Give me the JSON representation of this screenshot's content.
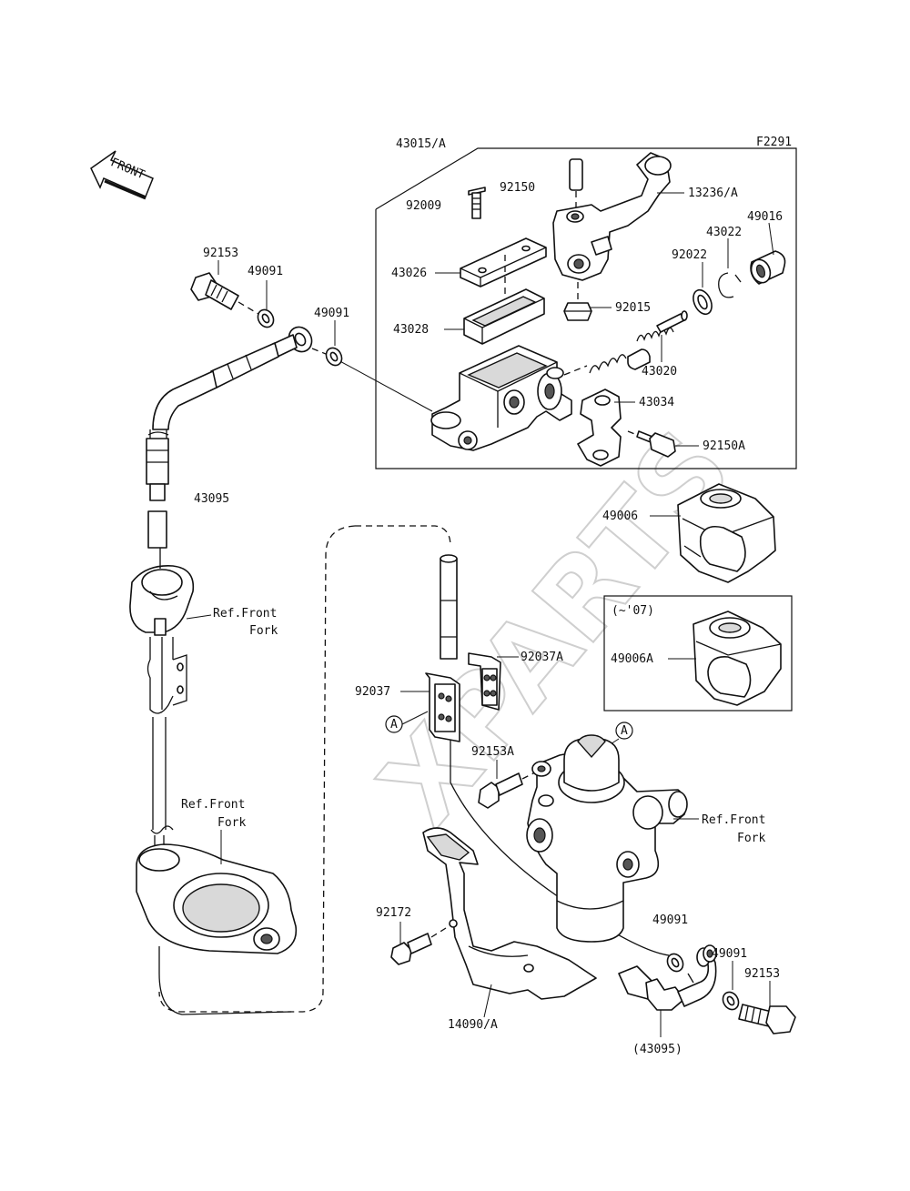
{
  "figure_code": "F2291",
  "watermark": "XPARTS",
  "front_arrow_text": "FRONT",
  "callout_letter": "A",
  "labels": {
    "l43015A": "43015/A",
    "l92009": "92009",
    "l92150": "92150",
    "l13236A": "13236/A",
    "l49016": "49016",
    "l43022": "43022",
    "l92022": "92022",
    "l43026": "43026",
    "l92015": "92015",
    "l43028": "43028",
    "l43020": "43020",
    "l43034": "43034",
    "l92150A": "92150A",
    "l92153_top": "92153",
    "l49091_top1": "49091",
    "l49091_top2": "49091",
    "l43095": "43095",
    "l49006": "49006",
    "l_07": "(~'07)",
    "l49006A": "49006A",
    "ref_front_1": "Ref.Front",
    "fork_1": "Fork",
    "ref_front_2": "Ref.Front",
    "fork_2": "Fork",
    "ref_front_3": "Ref.Front",
    "fork_3": "Fork",
    "l92037A": "92037A",
    "l92037": "92037",
    "l92153A": "92153A",
    "l92172": "92172",
    "l49091_mid": "49091",
    "l49091_bot": "49091",
    "l92153_bot": "92153",
    "l14090A": "14090/A",
    "l43095_paren": "(43095)"
  },
  "icons": [
    "front-direction-arrow-icon",
    "callout-a-circle-icon"
  ]
}
